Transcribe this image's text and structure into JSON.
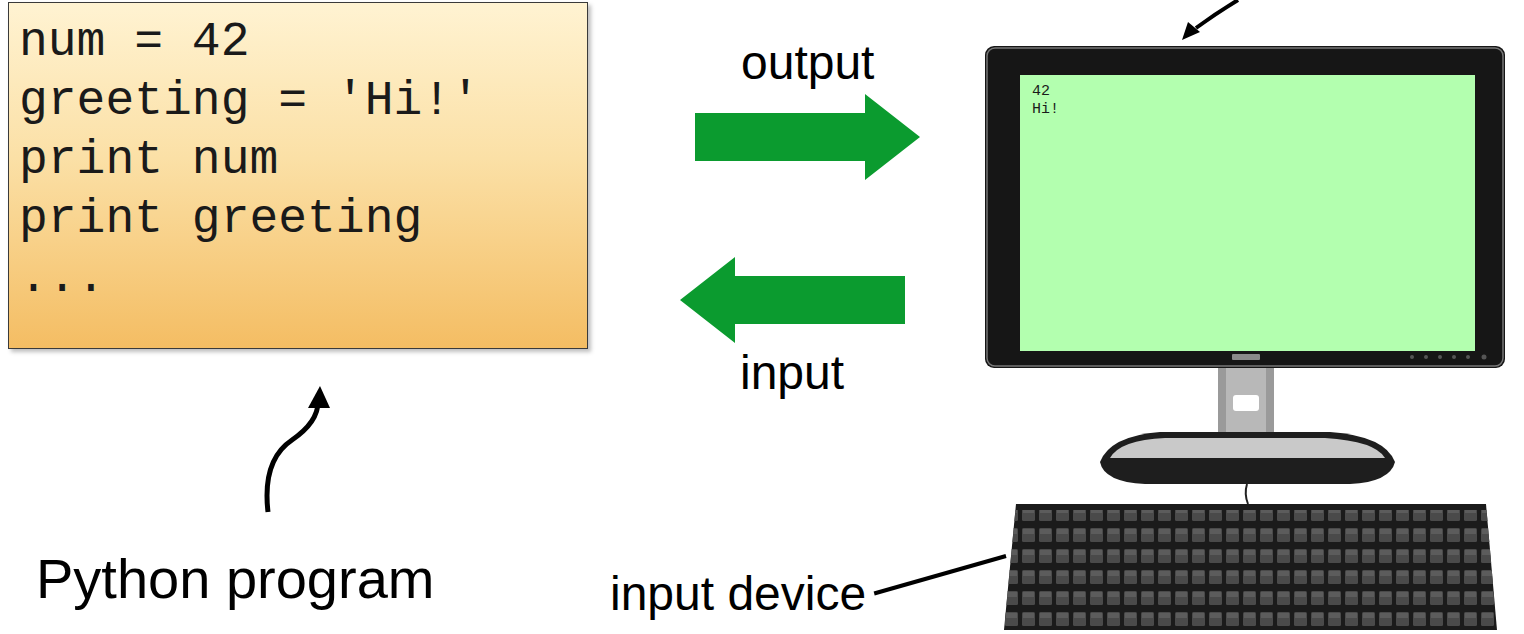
{
  "diagram": {
    "nodes": [
      {
        "text": [
          "num = 42",
          "greeting = 'Hi!'",
          "print num",
          "print greeting",
          "..."
        ]
      },
      {
        "text": [
          "42",
          "Hi!"
        ]
      }
    ],
    "edges": [
      {
        "from": 0,
        "to": 1,
        "label": "output",
        "arrow": "to"
      },
      {
        "from": 1,
        "to": 0,
        "label": "input",
        "arrow": "to"
      }
    ],
    "labels": [
      "Python program",
      "input device"
    ]
  }
}
